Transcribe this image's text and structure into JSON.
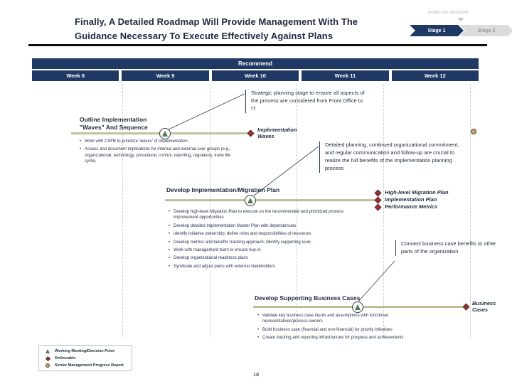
{
  "header": {
    "title_line1": "Finally, A Detailed Roadmap Will Provide Management With The",
    "title_line2": "Guidance Necessary To Execute Effectively Against Plans",
    "go_no_go_label": "GO/NO GO DECISION",
    "stages": [
      {
        "label": "Stage 1",
        "active": true
      },
      {
        "label": "Stage 2",
        "active": false
      }
    ]
  },
  "matrix": {
    "phase_label": "Recommend",
    "weeks": [
      "Week 8",
      "Week 9",
      "Week 10",
      "Week 11",
      "Week 12"
    ]
  },
  "annotations": {
    "strategic": "Strategic planning stage to ensure all aspects of the process are considered from Front Office to IT",
    "detailed": "Detailed planning, continued organizational commitment, and regular communication and follow-up are crucial to realize the full benefits of the implementation planning process",
    "connect": "Connect business case benefits to other parts of the organization"
  },
  "sections": {
    "outline": {
      "title_line1": "Outline Implementation",
      "title_line2": "\"Waves\" And Sequence",
      "bullets": [
        "Work with CSFB to prioritize 'waves' of implementation",
        "Assess and document implications for internal and external user groups (e.g., organizational, technology, procedural, control, reporting, regulatory, trade life cycle)"
      ],
      "deliverable": "Implementation Waves"
    },
    "migration": {
      "title": "Develop Implementation/Migration Plan",
      "bullets": [
        "Develop high-level Migration Plan to execute on the recommended and prioritized process improvement opportunities",
        "Develop detailed Implementation Master Plan with dependencies",
        "Identify initiative ownership, define roles and responsibilities of resources",
        "Develop metrics and benefits tracking approach; identify supporting tools",
        "Work with management team to ensure buy-in",
        "Develop organizational readiness plans",
        "Syndicate and adjust plans with external stakeholders"
      ],
      "deliverables": [
        "High-level Migration Plan",
        "Implementation Plan",
        "Performance Metrics"
      ]
    },
    "business": {
      "title": "Develop Supporting Business Cases",
      "bullets": [
        "Validate key business case inputs and assumptions with functional representatives/process owners",
        "Build business case (financial and non-financial) for priority initiatives",
        "Create tracking and reporting infrastructure for progress and achievements"
      ],
      "deliverable": "Business Cases"
    }
  },
  "legend": {
    "items": [
      {
        "icon": "triangle",
        "label": "Working Meeting/Decision Point"
      },
      {
        "icon": "diamond",
        "label": "Deliverable"
      },
      {
        "icon": "circle",
        "label": "Senior Management Progress Report"
      }
    ]
  },
  "footer": {
    "page_number": "18"
  },
  "colors": {
    "navy": "#1F3864",
    "bar_tan": "#C5C5A3",
    "triangle_green": "#4E7A52",
    "diamond_maroon": "#943634",
    "circle_tan": "#D2A15F"
  }
}
